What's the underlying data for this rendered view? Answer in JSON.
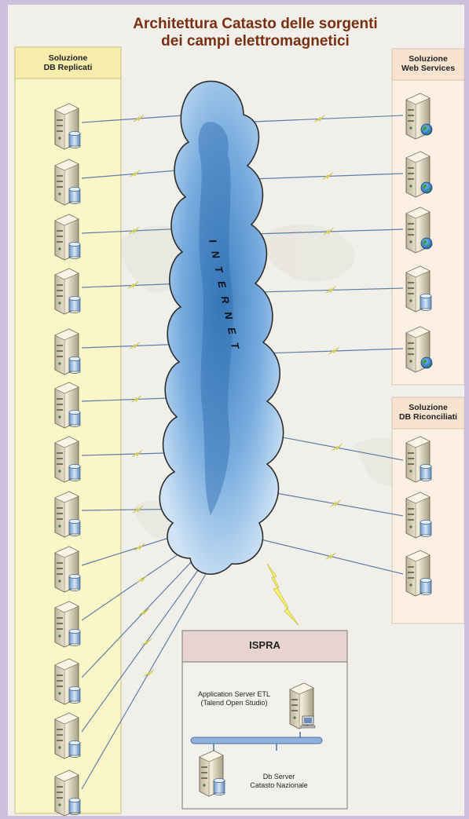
{
  "title_line1": "Architettura Catasto delle sorgenti",
  "title_line2": "dei campi elettromagnetici",
  "left_panel": {
    "line1": "Soluzione",
    "line2": "DB Replicati"
  },
  "web_panel": {
    "line1": "Soluzione",
    "line2": "Web Services"
  },
  "rec_panel": {
    "line1": "Soluzione",
    "line2": "DB Riconciliati"
  },
  "cloud_label": "INTERNET",
  "ispra": {
    "title": "ISPRA",
    "app_server_line1": "Application Server ETL",
    "app_server_line2": "(Talend Open Studio)",
    "db_server_line1": "Db Server",
    "db_server_line2": "Catasto Nazionale"
  },
  "colors": {
    "title": "#7a2f12",
    "left_panel_fill": "#fbf6c8",
    "right_panel_fill": "#fcefe3",
    "cloud": "#7fb2e0",
    "lightning": "#f6f27a",
    "ispra_header": "#e7d3d0",
    "frame": "#cbbfdc"
  },
  "icons": {
    "left_servers": "server-database-icon",
    "web_servers": "server-globe-icon",
    "rec_servers": "server-database-icon"
  }
}
